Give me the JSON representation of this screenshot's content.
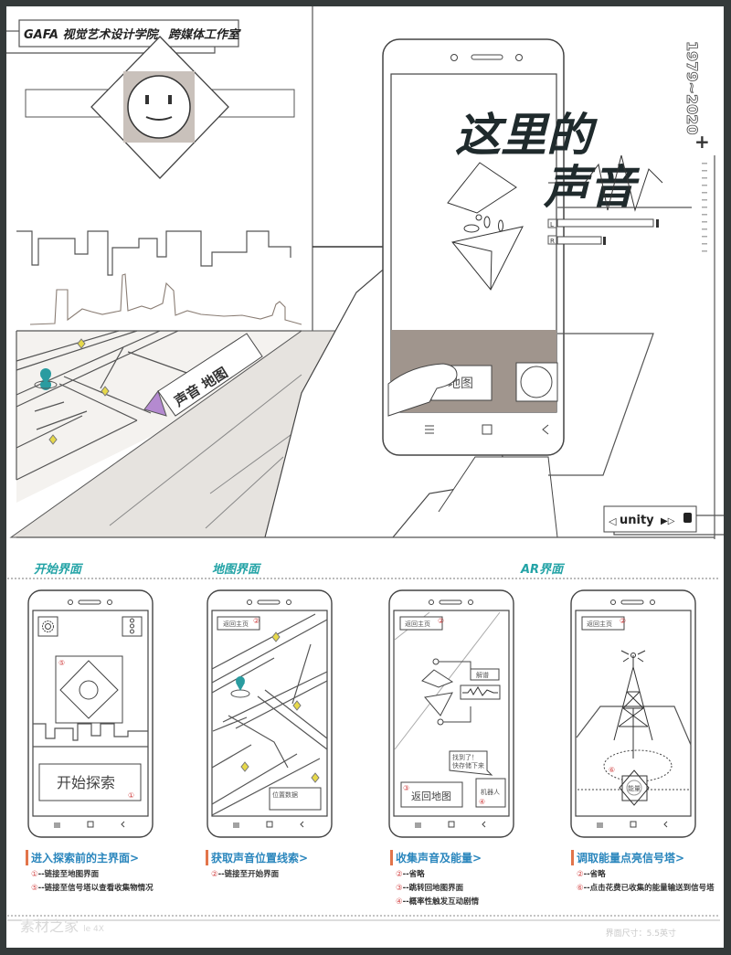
{
  "header": {
    "org": "GAFA  视觉艺术设计学院",
    "studio": "跨媒体工作室"
  },
  "poster": {
    "title_line1": "这里的",
    "title_line2": "声音",
    "years": "1979~2020",
    "plus": "+",
    "lr_labels": [
      "L",
      "R"
    ],
    "sign_text": "声音 地图",
    "engine": "unity",
    "main_phone_button": "地图"
  },
  "sections": [
    {
      "label": "开始界面"
    },
    {
      "label": "地图界面"
    },
    {
      "label": "AR界面"
    }
  ],
  "phones": {
    "start": {
      "button": "开始探索",
      "num_button": "①",
      "num_center": "⑤"
    },
    "map": {
      "back": "返回主页",
      "num_back": "②",
      "info": "位置数据"
    },
    "ar": {
      "back": "返回主页",
      "num_back": "②",
      "tag": "解谱",
      "bubble1": "找到了！",
      "bubble2": "快存储下来",
      "return_map": "返回地图",
      "num_return": "③",
      "robot": "机器人",
      "num_robot": "④"
    },
    "tower": {
      "back": "返回主页",
      "num_back": "②",
      "num_energy": "⑥",
      "energy": "能量"
    }
  },
  "captions": [
    {
      "title": "进入探索前的主界面>",
      "items": [
        {
          "n": "①",
          "text": "--链接至地图界面"
        },
        {
          "n": "⑤",
          "text": "--链接至信号塔以查看收集物情况"
        }
      ]
    },
    {
      "title": "获取声音位置线索>",
      "items": [
        {
          "n": "②",
          "text": "--链接至开始界面"
        }
      ]
    },
    {
      "title": "收集声音及能量>",
      "items": [
        {
          "n": "②",
          "text": "--省略"
        },
        {
          "n": "③",
          "text": "--跳转回地图界面"
        },
        {
          "n": "④",
          "text": "--概率性触发互动剧情"
        }
      ]
    },
    {
      "title": "调取能量点亮信号塔>",
      "items": [
        {
          "n": "②",
          "text": "--省略"
        },
        {
          "n": "⑥",
          "text": "--点击花费已收集的能量输送到信号塔"
        }
      ]
    }
  ],
  "footer": {
    "size": "界面尺寸：5.5英寸",
    "watermark": "素材之家",
    "scale": "le 4X"
  },
  "colors": {
    "accent_teal": "#23a3a6",
    "caption_blue": "#2a86bd",
    "caption_bar": "#e2744a",
    "number_red": "#d65050",
    "frame_dark": "#343a3a",
    "screen_brown": "#a0958d"
  }
}
